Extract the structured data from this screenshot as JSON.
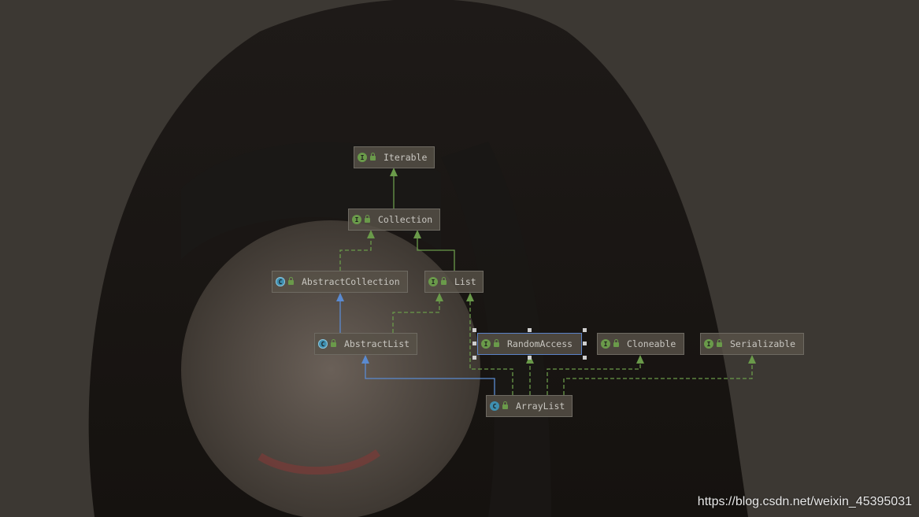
{
  "diagram": {
    "nodes": [
      {
        "id": "iterable",
        "label": "Iterable",
        "kind": "interface",
        "kind_glyph": "I"
      },
      {
        "id": "collection",
        "label": "Collection",
        "kind": "interface",
        "kind_glyph": "I"
      },
      {
        "id": "abstract-collection",
        "label": "AbstractCollection",
        "kind": "abstract-class",
        "kind_glyph": "C"
      },
      {
        "id": "list",
        "label": "List",
        "kind": "interface",
        "kind_glyph": "I"
      },
      {
        "id": "abstract-list",
        "label": "AbstractList",
        "kind": "abstract-class",
        "kind_glyph": "C"
      },
      {
        "id": "random-access",
        "label": "RandomAccess",
        "kind": "interface",
        "kind_glyph": "I",
        "selected": true
      },
      {
        "id": "cloneable",
        "label": "Cloneable",
        "kind": "interface",
        "kind_glyph": "I"
      },
      {
        "id": "serializable",
        "label": "Serializable",
        "kind": "interface",
        "kind_glyph": "I"
      },
      {
        "id": "array-list",
        "label": "ArrayList",
        "kind": "class",
        "kind_glyph": "C"
      }
    ],
    "edges": [
      {
        "from": "collection",
        "to": "iterable",
        "type": "extends-interface"
      },
      {
        "from": "list",
        "to": "collection",
        "type": "extends-interface"
      },
      {
        "from": "abstract-collection",
        "to": "collection",
        "type": "implements"
      },
      {
        "from": "abstract-list",
        "to": "abstract-collection",
        "type": "extends-class"
      },
      {
        "from": "abstract-list",
        "to": "list",
        "type": "implements"
      },
      {
        "from": "array-list",
        "to": "abstract-list",
        "type": "extends-class"
      },
      {
        "from": "array-list",
        "to": "list",
        "type": "implements"
      },
      {
        "from": "array-list",
        "to": "random-access",
        "type": "implements"
      },
      {
        "from": "array-list",
        "to": "cloneable",
        "type": "implements"
      },
      {
        "from": "array-list",
        "to": "serializable",
        "type": "implements"
      }
    ]
  },
  "colors": {
    "interface_edge": "#6a9a4a",
    "class_edge": "#5a8ad0",
    "selection": "#5a82c8"
  },
  "watermark": "https://blog.csdn.net/weixin_45395031"
}
